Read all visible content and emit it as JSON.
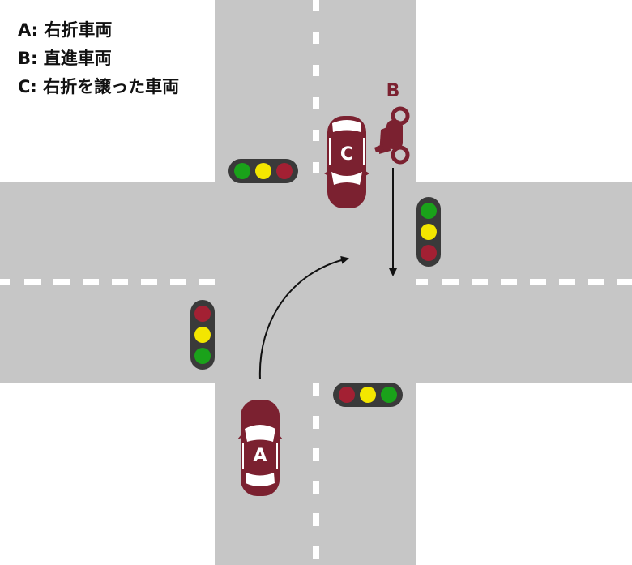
{
  "legend": [
    {
      "key": "A",
      "text": "A: 右折車両"
    },
    {
      "key": "B",
      "text": "B: 直進車両"
    },
    {
      "key": "C",
      "text": "C: 右折を譲った車両"
    }
  ],
  "vehicles": {
    "a": {
      "label": "A",
      "kind": "car",
      "direction": "northbound",
      "maneuver": "right-turn"
    },
    "b": {
      "label": "B",
      "kind": "motorcycle",
      "direction": "southbound",
      "maneuver": "straight"
    },
    "c": {
      "label": "C",
      "kind": "car",
      "direction": "southbound",
      "maneuver": "yielding"
    }
  },
  "traffic_lights": [
    {
      "id": "north",
      "orientation": "horizontal",
      "lamps": [
        "green",
        "yellow",
        "red"
      ]
    },
    {
      "id": "east",
      "orientation": "vertical",
      "lamps": [
        "green",
        "yellow",
        "red"
      ]
    },
    {
      "id": "west",
      "orientation": "vertical",
      "lamps": [
        "red",
        "yellow",
        "green"
      ]
    },
    {
      "id": "south",
      "orientation": "horizontal",
      "lamps": [
        "red",
        "yellow",
        "green"
      ]
    }
  ],
  "colors": {
    "road": "#c6c6c6",
    "lane_marking": "#ffffff",
    "vehicle": "#7b2130",
    "vehicle_glass": "#ffffff",
    "light_housing": "#3a3a3a",
    "lamp_red": "#a32033",
    "lamp_yellow": "#f3e600",
    "lamp_green": "#1aa21a",
    "arrow": "#111111",
    "text": "#111111"
  }
}
